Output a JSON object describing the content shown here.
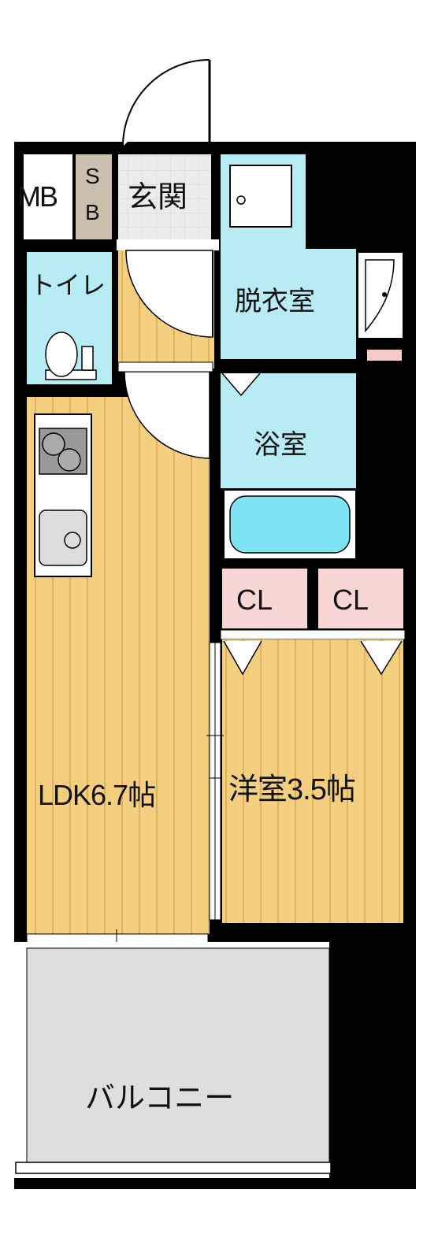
{
  "rooms": {
    "mb": "MB",
    "sb_top": "S",
    "sb_bottom": "B",
    "entrance": "玄関",
    "toilet": "トイレ",
    "dressing": "脱衣室",
    "bathroom": "浴室",
    "closet_left": "CL",
    "closet_right": "CL",
    "ldk": "LDK6.7帖",
    "western": "洋室3.5帖",
    "balcony": "バルコニー"
  },
  "colors": {
    "wall": "#000000",
    "wood_floor": "#f3cf7f",
    "wood_stripe": "#ddb15c",
    "wet_area": "#b8ecf4",
    "closet": "#f8d6d4",
    "tile_floor": "#e9e9e9",
    "balcony": "#dedede",
    "storage": "#cdbfae",
    "bathtub": "#7ee3f2"
  }
}
